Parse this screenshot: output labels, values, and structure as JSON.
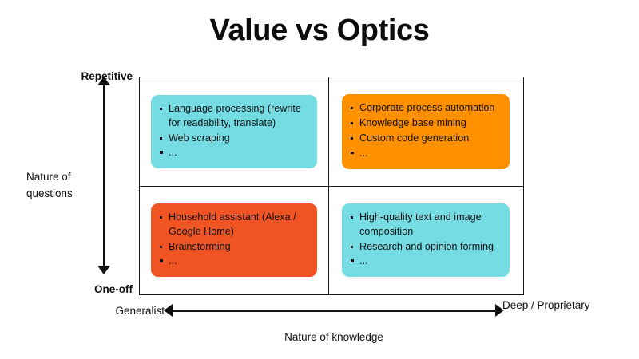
{
  "title": "Value vs Optics",
  "axes": {
    "y": {
      "name": "Nature of questions",
      "top_label": "Repetitive",
      "bottom_label": "One-off"
    },
    "x": {
      "name": "Nature of knowledge",
      "left_label": "Generalist",
      "right_label": "Deep / Proprietary"
    }
  },
  "colors": {
    "cyan": "#76DCE3",
    "orange": "#FF9100",
    "red_orange": "#F05423",
    "frame": "#1A1A1A",
    "text": "#111111",
    "background": "#FFFFFF"
  },
  "chart_data": {
    "type": "table",
    "title": "Value vs Optics",
    "xlabel": "Nature of knowledge",
    "ylabel": "Nature of questions",
    "xlim": [
      "Generalist",
      "Deep / Proprietary"
    ],
    "ylim": [
      "One-off",
      "Repetitive"
    ],
    "grid": true,
    "legend": "none",
    "quadrants": [
      {
        "position": "top-left",
        "x": "Generalist",
        "y": "Repetitive",
        "color": "#76DCE3",
        "items": [
          " Language processing (rewrite for readability, translate)",
          "Web scraping",
          "..."
        ]
      },
      {
        "position": "top-right",
        "x": "Deep / Proprietary",
        "y": "Repetitive",
        "color": "#FF9100",
        "items": [
          "Corporate process automation",
          "Knowledge base mining",
          "Custom code generation",
          "..."
        ]
      },
      {
        "position": "bottom-left",
        "x": "Generalist",
        "y": "One-off",
        "color": "#F05423",
        "items": [
          "Household assistant (Alexa / Google Home)",
          "Brainstorming",
          "..."
        ]
      },
      {
        "position": "bottom-right",
        "x": "Deep / Proprietary",
        "y": "One-off",
        "color": "#76DCE3",
        "items": [
          "High-quality text and image composition",
          "Research and opinion forming",
          "..."
        ]
      }
    ]
  }
}
